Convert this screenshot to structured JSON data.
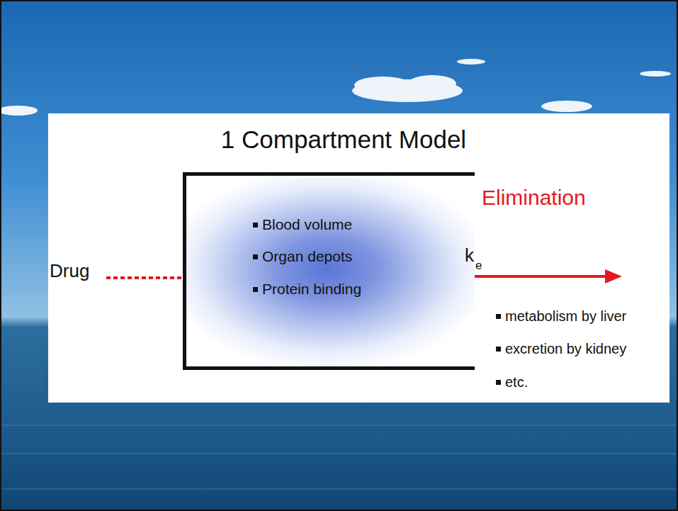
{
  "diagram": {
    "title": "1 Compartment Model",
    "nodes": [
      {
        "text": [
          "Blood volume",
          "Organ depots",
          "Protein binding"
        ]
      }
    ],
    "labels": [
      "Drug",
      "Elimination",
      "k",
      "e",
      "metabolism by liver",
      "excretion by kidney",
      "etc."
    ]
  }
}
